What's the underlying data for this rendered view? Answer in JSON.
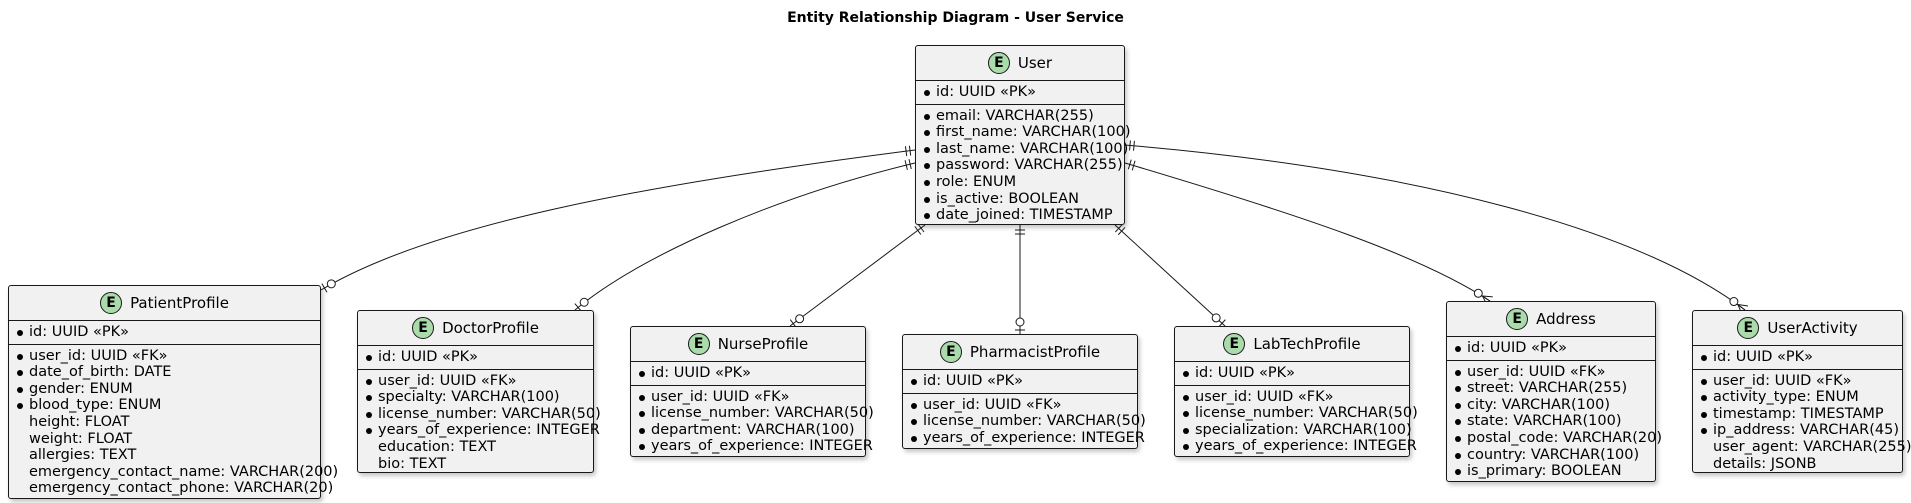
{
  "title": "Entity Relationship Diagram - User Service",
  "colors": {
    "entity_fill": "#f1f1f1",
    "icon_fill": "#a9dcaa",
    "border": "#181818"
  },
  "entity_icon": "entity-icon",
  "entities": {
    "user": {
      "icon_letter": "E",
      "name": "User",
      "pk": [
        {
          "text": "id: UUID «PK»",
          "required": true
        }
      ],
      "attrs": [
        {
          "text": "email: VARCHAR(255)",
          "required": true
        },
        {
          "text": "first_name: VARCHAR(100)",
          "required": true
        },
        {
          "text": "last_name: VARCHAR(100)",
          "required": true
        },
        {
          "text": "password: VARCHAR(255)",
          "required": true
        },
        {
          "text": "role: ENUM",
          "required": true
        },
        {
          "text": "is_active: BOOLEAN",
          "required": true
        },
        {
          "text": "date_joined: TIMESTAMP",
          "required": true
        }
      ]
    },
    "patient": {
      "icon_letter": "E",
      "name": "PatientProfile",
      "pk": [
        {
          "text": "id: UUID «PK»",
          "required": true
        }
      ],
      "attrs": [
        {
          "text": "user_id: UUID «FK»",
          "required": true
        },
        {
          "text": "date_of_birth: DATE",
          "required": true
        },
        {
          "text": "gender: ENUM",
          "required": true
        },
        {
          "text": "blood_type: ENUM",
          "required": true
        },
        {
          "text": "height: FLOAT",
          "required": false
        },
        {
          "text": "weight: FLOAT",
          "required": false
        },
        {
          "text": "allergies: TEXT",
          "required": false
        },
        {
          "text": "emergency_contact_name: VARCHAR(200)",
          "required": false
        },
        {
          "text": "emergency_contact_phone: VARCHAR(20)",
          "required": false
        }
      ]
    },
    "doctor": {
      "icon_letter": "E",
      "name": "DoctorProfile",
      "pk": [
        {
          "text": "id: UUID «PK»",
          "required": true
        }
      ],
      "attrs": [
        {
          "text": "user_id: UUID «FK»",
          "required": true
        },
        {
          "text": "specialty: VARCHAR(100)",
          "required": true
        },
        {
          "text": "license_number: VARCHAR(50)",
          "required": true
        },
        {
          "text": "years_of_experience: INTEGER",
          "required": true
        },
        {
          "text": "education: TEXT",
          "required": false
        },
        {
          "text": "bio: TEXT",
          "required": false
        }
      ]
    },
    "nurse": {
      "icon_letter": "E",
      "name": "NurseProfile",
      "pk": [
        {
          "text": "id: UUID «PK»",
          "required": true
        }
      ],
      "attrs": [
        {
          "text": "user_id: UUID «FK»",
          "required": true
        },
        {
          "text": "license_number: VARCHAR(50)",
          "required": true
        },
        {
          "text": "department: VARCHAR(100)",
          "required": true
        },
        {
          "text": "years_of_experience: INTEGER",
          "required": true
        }
      ]
    },
    "pharmacist": {
      "icon_letter": "E",
      "name": "PharmacistProfile",
      "pk": [
        {
          "text": "id: UUID «PK»",
          "required": true
        }
      ],
      "attrs": [
        {
          "text": "user_id: UUID «FK»",
          "required": true
        },
        {
          "text": "license_number: VARCHAR(50)",
          "required": true
        },
        {
          "text": "years_of_experience: INTEGER",
          "required": true
        }
      ]
    },
    "labtech": {
      "icon_letter": "E",
      "name": "LabTechProfile",
      "pk": [
        {
          "text": "id: UUID «PK»",
          "required": true
        }
      ],
      "attrs": [
        {
          "text": "user_id: UUID «FK»",
          "required": true
        },
        {
          "text": "license_number: VARCHAR(50)",
          "required": true
        },
        {
          "text": "specialization: VARCHAR(100)",
          "required": true
        },
        {
          "text": "years_of_experience: INTEGER",
          "required": true
        }
      ]
    },
    "address": {
      "icon_letter": "E",
      "name": "Address",
      "pk": [
        {
          "text": "id: UUID «PK»",
          "required": true
        }
      ],
      "attrs": [
        {
          "text": "user_id: UUID «FK»",
          "required": true
        },
        {
          "text": "street: VARCHAR(255)",
          "required": true
        },
        {
          "text": "city: VARCHAR(100)",
          "required": true
        },
        {
          "text": "state: VARCHAR(100)",
          "required": true
        },
        {
          "text": "postal_code: VARCHAR(20)",
          "required": true
        },
        {
          "text": "country: VARCHAR(100)",
          "required": true
        },
        {
          "text": "is_primary: BOOLEAN",
          "required": true
        }
      ]
    },
    "activity": {
      "icon_letter": "E",
      "name": "UserActivity",
      "pk": [
        {
          "text": "id: UUID «PK»",
          "required": true
        }
      ],
      "attrs": [
        {
          "text": "user_id: UUID «FK»",
          "required": true
        },
        {
          "text": "activity_type: ENUM",
          "required": true
        },
        {
          "text": "timestamp: TIMESTAMP",
          "required": true
        },
        {
          "text": "ip_address: VARCHAR(45)",
          "required": true
        },
        {
          "text": "user_agent: VARCHAR(255)",
          "required": false
        },
        {
          "text": "details: JSONB",
          "required": false
        }
      ]
    }
  },
  "relations": [
    {
      "from": "user",
      "to": "patient",
      "from_card": "exactly-one",
      "to_card": "zero-or-one"
    },
    {
      "from": "user",
      "to": "doctor",
      "from_card": "exactly-one",
      "to_card": "zero-or-one"
    },
    {
      "from": "user",
      "to": "nurse",
      "from_card": "exactly-one",
      "to_card": "zero-or-one"
    },
    {
      "from": "user",
      "to": "pharmacist",
      "from_card": "exactly-one",
      "to_card": "zero-or-one"
    },
    {
      "from": "user",
      "to": "labtech",
      "from_card": "exactly-one",
      "to_card": "zero-or-one"
    },
    {
      "from": "user",
      "to": "address",
      "from_card": "exactly-one",
      "to_card": "zero-or-many"
    },
    {
      "from": "user",
      "to": "activity",
      "from_card": "exactly-one",
      "to_card": "zero-or-many"
    }
  ]
}
